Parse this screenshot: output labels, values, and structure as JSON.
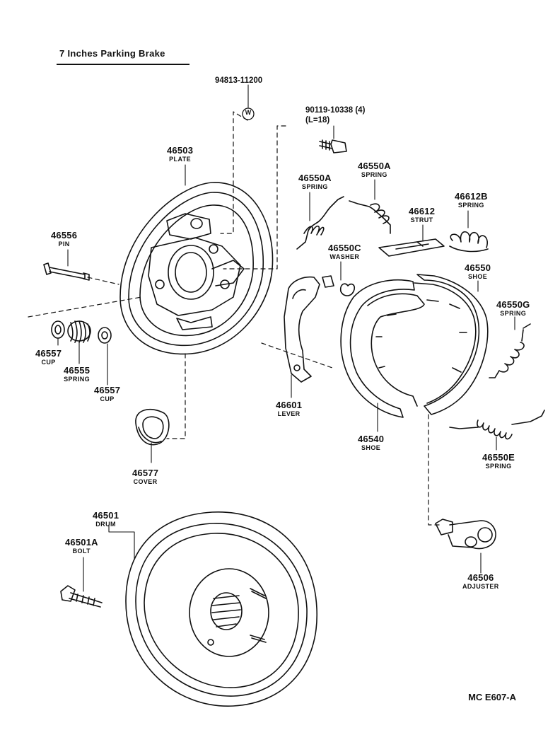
{
  "title": "7 Inches Parking Brake",
  "reference": "MC E607-A",
  "codes": {
    "p94813": "94813-11200",
    "p90119": "90119-10338 (4)",
    "p90119_len": "(L=18)"
  },
  "parts": {
    "p46503": {
      "number": "46503",
      "name": "PLATE"
    },
    "p46556": {
      "number": "46556",
      "name": "PIN"
    },
    "p46557a": {
      "number": "46557",
      "name": "CUP"
    },
    "p46555": {
      "number": "46555",
      "name": "SPRING"
    },
    "p46557b": {
      "number": "46557",
      "name": "CUP"
    },
    "p46577": {
      "number": "46577",
      "name": "COVER"
    },
    "p46550A_left": {
      "number": "46550A",
      "name": "SPRING"
    },
    "p46550A_right": {
      "number": "46550A",
      "name": "SPRING"
    },
    "p46612": {
      "number": "46612",
      "name": "STRUT"
    },
    "p46612B": {
      "number": "46612B",
      "name": "SPRING"
    },
    "p46550C": {
      "number": "46550C",
      "name": "WASHER"
    },
    "p46550": {
      "number": "46550",
      "name": "SHOE"
    },
    "p46550G": {
      "number": "46550G",
      "name": "SPRING"
    },
    "p46601": {
      "number": "46601",
      "name": "LEVER"
    },
    "p46540": {
      "number": "46540",
      "name": "SHOE"
    },
    "p46550E": {
      "number": "46550E",
      "name": "SPRING"
    },
    "p46501": {
      "number": "46501",
      "name": "DRUM"
    },
    "p46501A": {
      "number": "46501A",
      "name": "BOLT"
    },
    "p46506": {
      "number": "46506",
      "name": "ADJUSTER"
    }
  },
  "symbols": {
    "washer_mark": "W"
  }
}
